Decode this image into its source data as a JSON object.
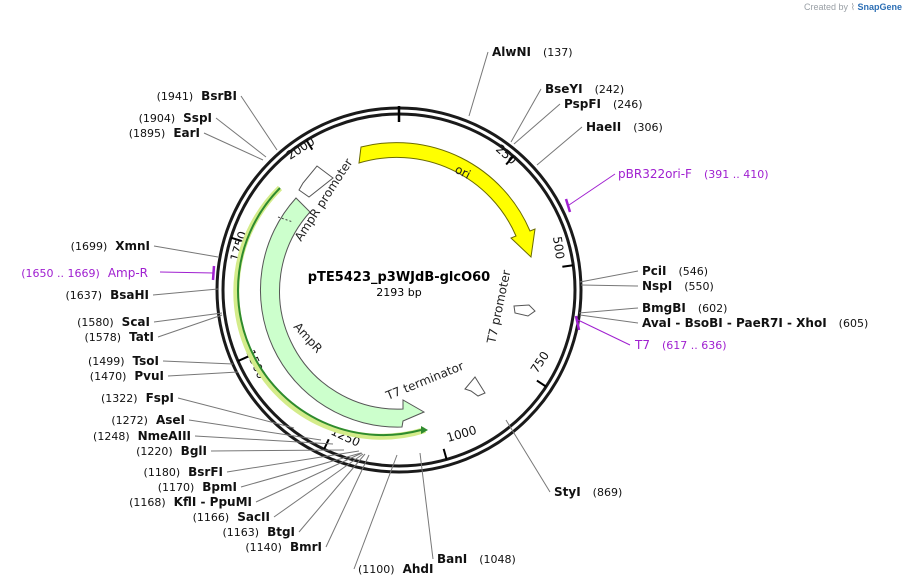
{
  "credit": {
    "prefix": "Created by",
    "brand": "SnapGene"
  },
  "plasmid": {
    "name": "pTE5423_p3WJdB-glcO60",
    "size_label": "2193 bp"
  },
  "tick_labels": [
    "250",
    "500",
    "750",
    "1000",
    "1250",
    "1500",
    "1750",
    "2000"
  ],
  "features": {
    "ori": "ori",
    "ampr_promoter": "AmpR promoter",
    "ampr": "AmpR",
    "t7_promoter": "T7 promoter",
    "t7_terminator": "T7 terminator"
  },
  "sites": [
    {
      "name": "AlwNI",
      "pos": "(137)"
    },
    {
      "name": "BseYI",
      "pos": "(242)"
    },
    {
      "name": "PspFI",
      "pos": "(246)"
    },
    {
      "name": "HaeII",
      "pos": "(306)"
    },
    {
      "name": "PciI",
      "pos": "(546)"
    },
    {
      "name": "NspI",
      "pos": "(550)"
    },
    {
      "name": "BmgBI",
      "pos": "(602)"
    },
    {
      "name": "AvaI - BsoBI - PaeR7I - XhoI",
      "pos": "(605)"
    },
    {
      "name": "StyI",
      "pos": "(869)"
    },
    {
      "name": "BanI",
      "pos": "(1048)"
    },
    {
      "name": "AhdI",
      "pos": "(1100)"
    },
    {
      "name": "BmrI",
      "pos": "(1140)"
    },
    {
      "name": "BtgI",
      "pos": "(1163)"
    },
    {
      "name": "SacII",
      "pos": "(1166)"
    },
    {
      "name": "KflI - PpuMI",
      "pos": "(1168)"
    },
    {
      "name": "BpmI",
      "pos": "(1170)"
    },
    {
      "name": "BsrFI",
      "pos": "(1180)"
    },
    {
      "name": "BglI",
      "pos": "(1220)"
    },
    {
      "name": "NmeAIII",
      "pos": "(1248)"
    },
    {
      "name": "AseI",
      "pos": "(1272)"
    },
    {
      "name": "FspI",
      "pos": "(1322)"
    },
    {
      "name": "PvuI",
      "pos": "(1470)"
    },
    {
      "name": "TsoI",
      "pos": "(1499)"
    },
    {
      "name": "TatI",
      "pos": "(1578)"
    },
    {
      "name": "ScaI",
      "pos": "(1580)"
    },
    {
      "name": "BsaHI",
      "pos": "(1637)"
    },
    {
      "name": "XmnI",
      "pos": "(1699)"
    },
    {
      "name": "EarI",
      "pos": "(1895)"
    },
    {
      "name": "SspI",
      "pos": "(1904)"
    },
    {
      "name": "BsrBI",
      "pos": "(1941)"
    }
  ],
  "primers": [
    {
      "name": "pBR322ori-F",
      "range": "(391 .. 410)"
    },
    {
      "name": "T7",
      "range": "(617 .. 636)"
    },
    {
      "name": "Amp-R",
      "range": "(1650 .. 1669)"
    }
  ],
  "colors": {
    "ori": "#ffff00",
    "ampr": "#ccffcc",
    "primer": "#a020d0",
    "orf_green": "#2e8b2e",
    "orf_glow": "#d4ec8a"
  }
}
